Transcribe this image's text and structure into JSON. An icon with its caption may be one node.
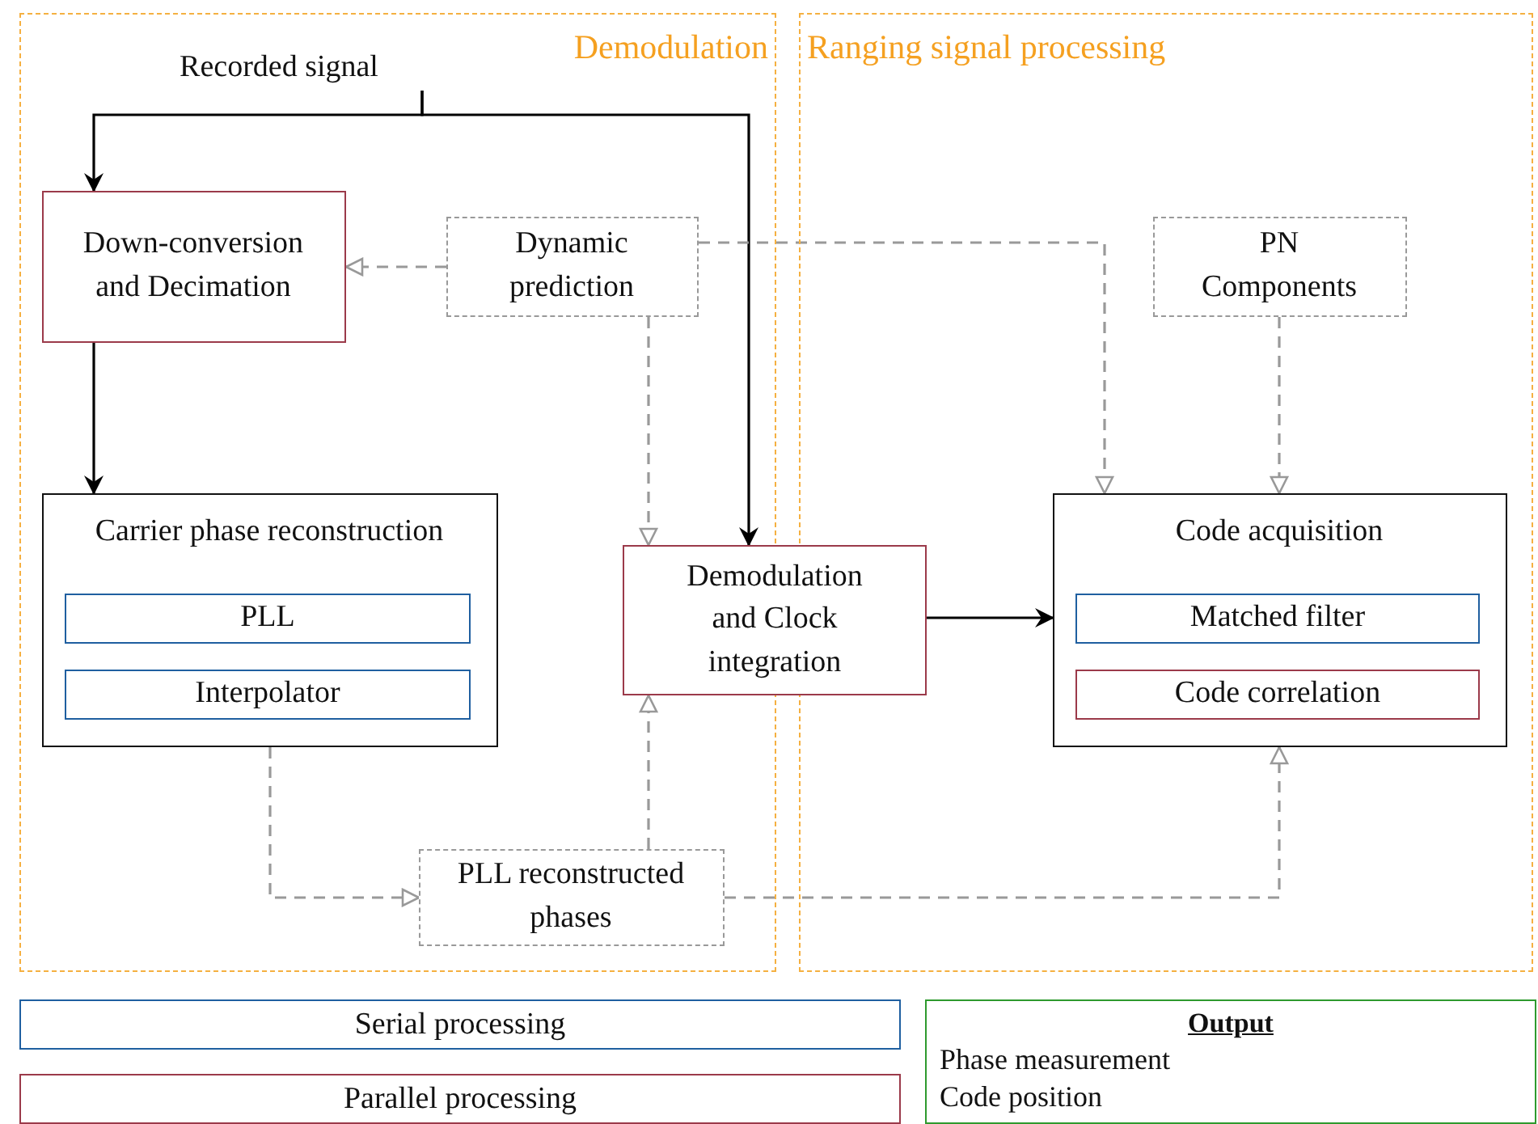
{
  "diagram": {
    "nodes": [
      {
        "text": [
          "Demodulation"
        ]
      },
      {
        "text": [
          "Ranging signal processing"
        ]
      },
      {
        "text": [
          "Recorded signal"
        ],
        "in": 0
      },
      {
        "text": [
          "Down-conversion and Decimation"
        ],
        "in": 0
      },
      {
        "text": [
          "Dynamic prediction"
        ],
        "in": 0
      },
      {
        "text": [
          "Carrier phase reconstruction"
        ],
        "in": 0
      },
      {
        "text": [
          "PLL"
        ],
        "in": 5
      },
      {
        "text": [
          "Interpolator"
        ],
        "in": 5
      },
      {
        "text": [
          "Demodulation and Clock integration"
        ]
      },
      {
        "text": [
          "PLL reconstructed phases"
        ],
        "in": 0
      },
      {
        "text": [
          "PN Components"
        ],
        "in": 1
      },
      {
        "text": [
          "Code acquisition"
        ],
        "in": 1
      },
      {
        "text": [
          "Matched filter"
        ],
        "in": 11
      },
      {
        "text": [
          "Code correlation"
        ],
        "in": 11
      },
      {
        "text": [
          "Output",
          "Phase measurement",
          "Code position"
        ]
      }
    ],
    "edges": [
      {
        "from": 2,
        "to": 3,
        "arrow": "to",
        "color": "#000000"
      },
      {
        "from": 2,
        "to": 8,
        "arrow": "to",
        "color": "#000000"
      },
      {
        "from": 3,
        "to": 5,
        "arrow": "to",
        "color": "#000000"
      },
      {
        "from": 4,
        "to": 3,
        "arrow": "to",
        "style": "dashed"
      },
      {
        "from": 4,
        "to": 8,
        "arrow": "to",
        "style": "dashed"
      },
      {
        "from": 4,
        "to": 11,
        "arrow": "to",
        "style": "dashed"
      },
      {
        "from": 10,
        "to": 11,
        "arrow": "to",
        "style": "dashed"
      },
      {
        "from": 8,
        "to": 11,
        "arrow": "to",
        "color": "#000000"
      },
      {
        "from": 5,
        "to": 9,
        "arrow": "to",
        "style": "dashed"
      },
      {
        "from": 9,
        "to": 8,
        "arrow": "to",
        "style": "dashed"
      },
      {
        "from": 9,
        "to": 11,
        "arrow": "to",
        "style": "dashed"
      }
    ],
    "legend": [
      {
        "text": "Serial processing",
        "color": "#1f5fa0"
      },
      {
        "text": "Parallel processing",
        "color": "#9b3a4a"
      }
    ]
  }
}
